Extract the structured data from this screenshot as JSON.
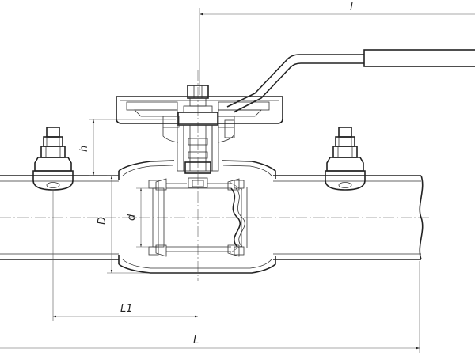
{
  "dimensions": {
    "handle_length": "l",
    "overall_length": "L",
    "half_length": "L1",
    "outer_diameter": "D",
    "bore_diameter": "d",
    "stem_height": "h"
  }
}
